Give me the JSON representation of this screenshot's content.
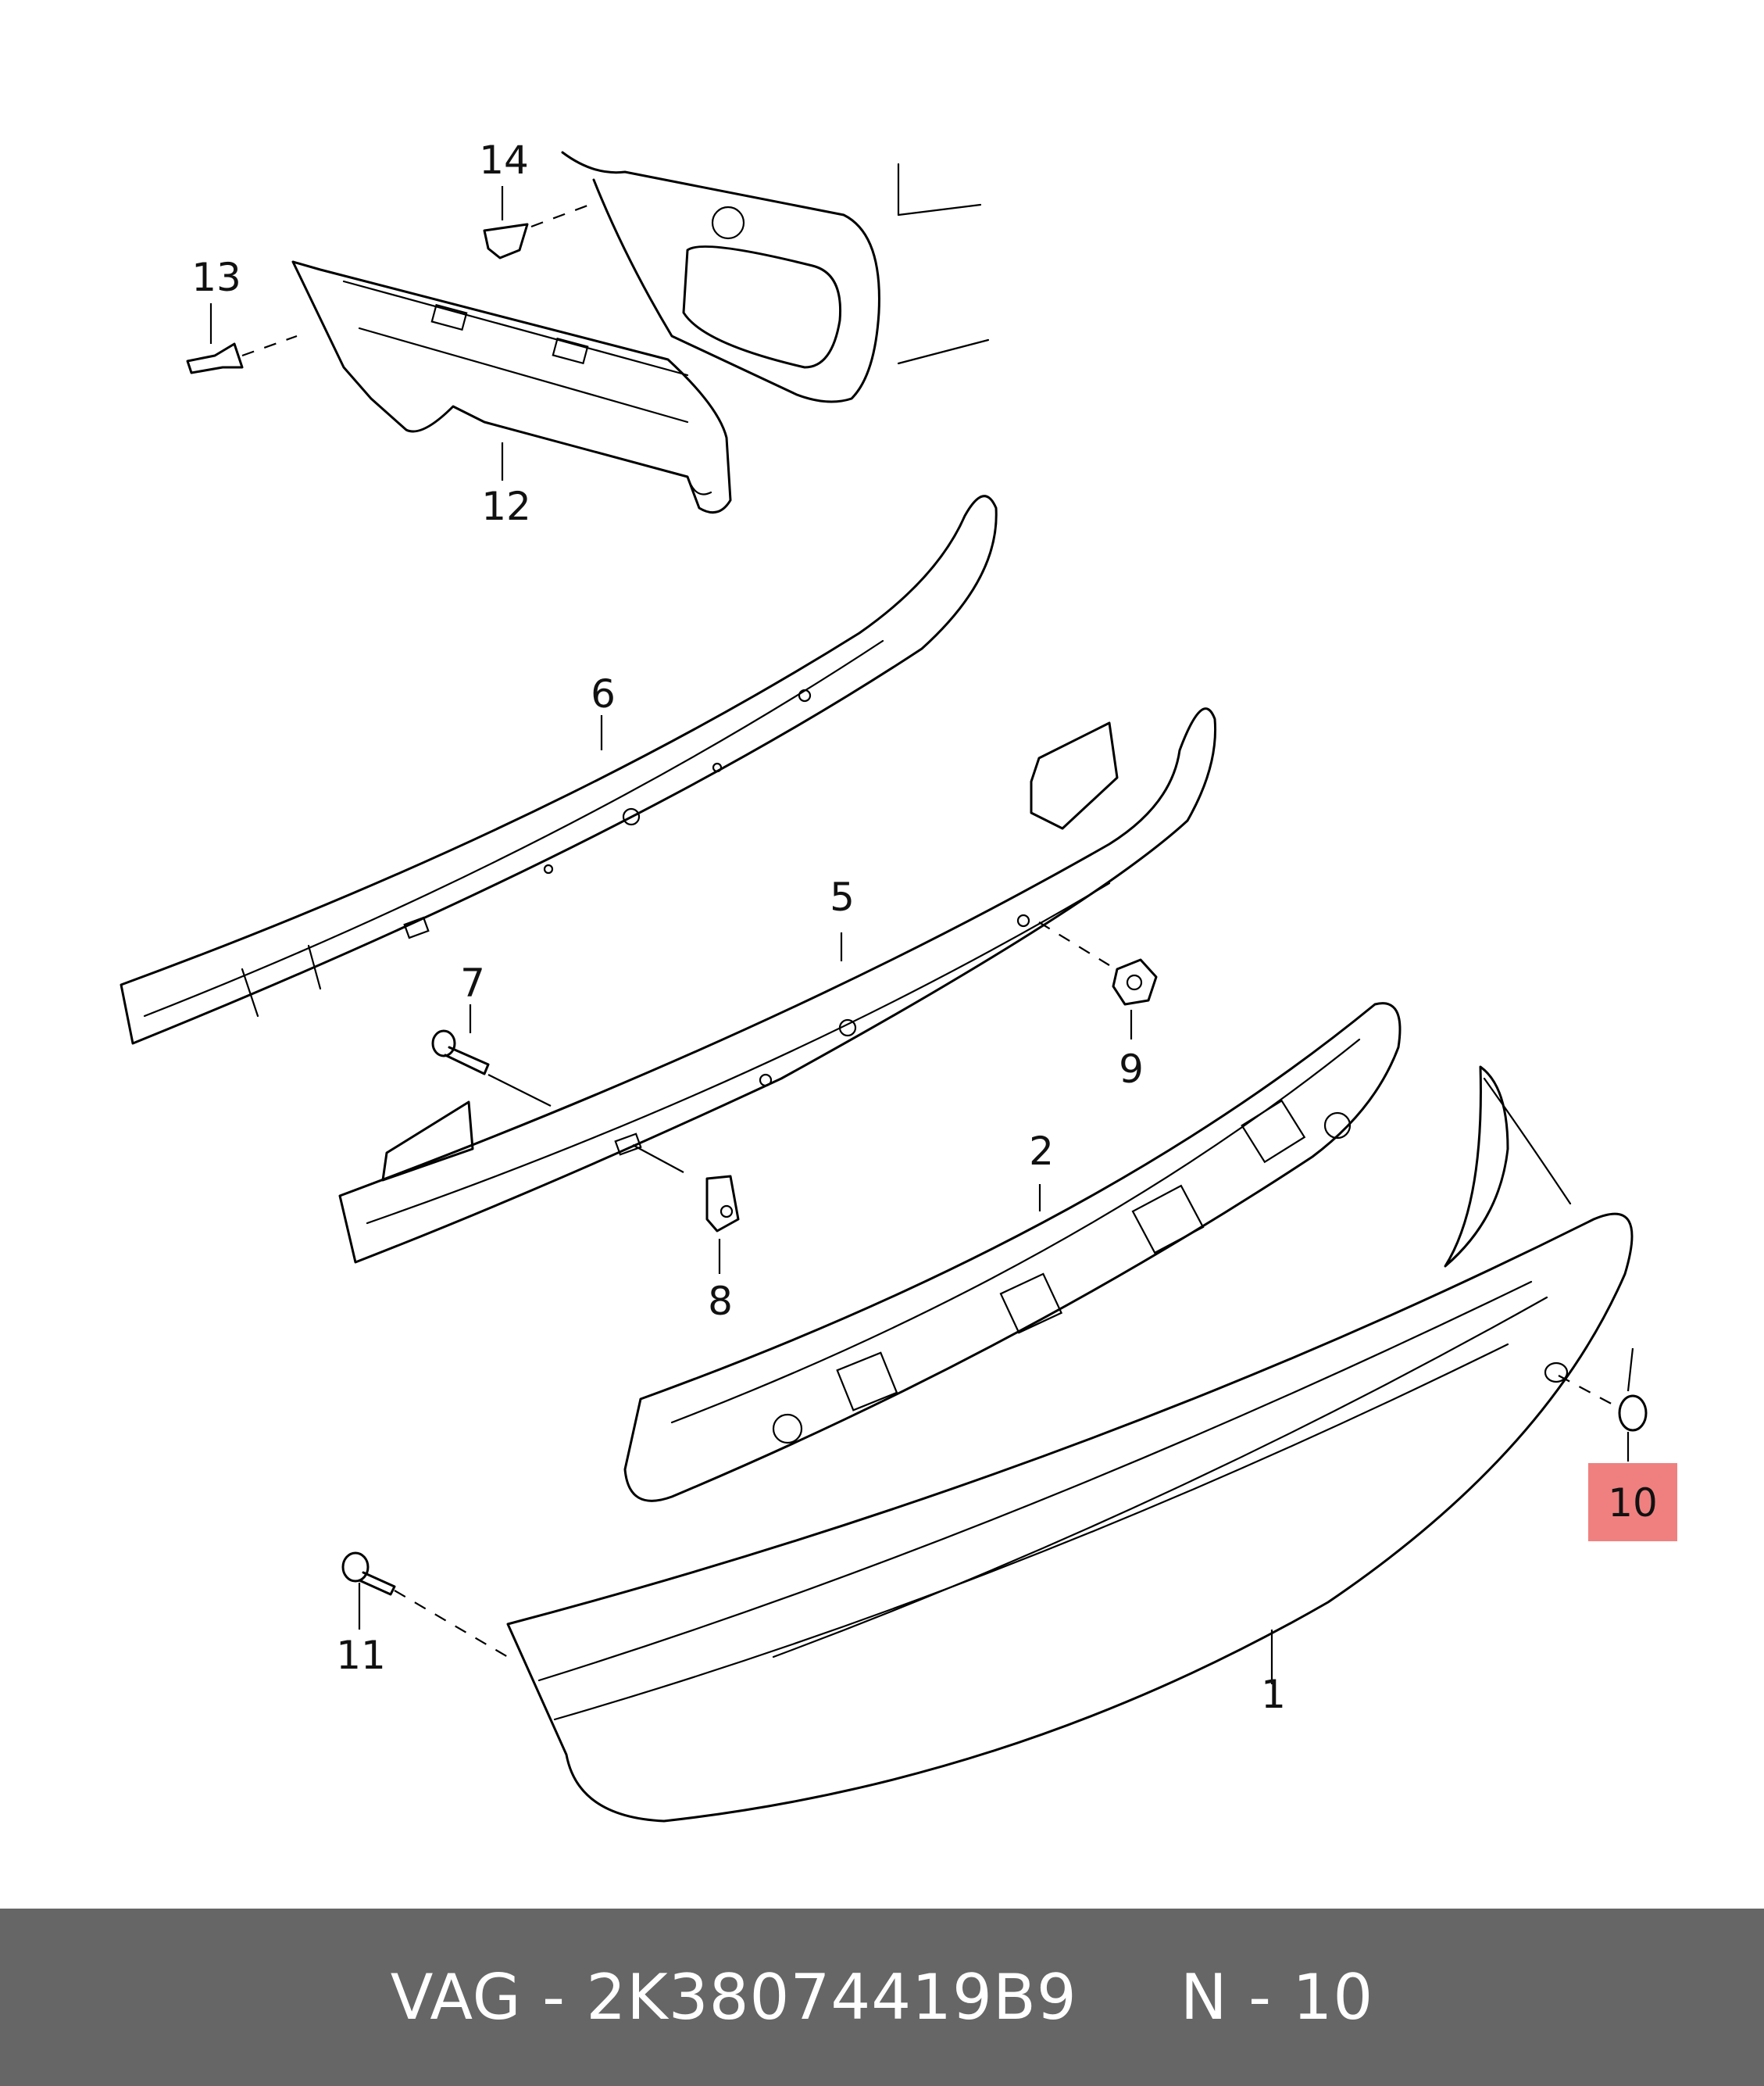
{
  "callouts": [
    {
      "id": "1",
      "label": "1",
      "highlighted": false
    },
    {
      "id": "2",
      "label": "2",
      "highlighted": false
    },
    {
      "id": "5",
      "label": "5",
      "highlighted": false
    },
    {
      "id": "6",
      "label": "6",
      "highlighted": false
    },
    {
      "id": "7",
      "label": "7",
      "highlighted": false
    },
    {
      "id": "8",
      "label": "8",
      "highlighted": false
    },
    {
      "id": "9",
      "label": "9",
      "highlighted": false
    },
    {
      "id": "10",
      "label": "10",
      "highlighted": true
    },
    {
      "id": "11",
      "label": "11",
      "highlighted": false
    },
    {
      "id": "12",
      "label": "12",
      "highlighted": false
    },
    {
      "id": "13",
      "label": "13",
      "highlighted": false
    },
    {
      "id": "14",
      "label": "14",
      "highlighted": false
    }
  ],
  "colors": {
    "highlight": "#f08080",
    "footer_bg": "#666666",
    "footer_text": "#ffffff",
    "line": "#000000"
  },
  "footer": {
    "brand": "VAG",
    "separator": " - ",
    "part_number": "2K38074419B9",
    "position_label": "N - 10"
  }
}
